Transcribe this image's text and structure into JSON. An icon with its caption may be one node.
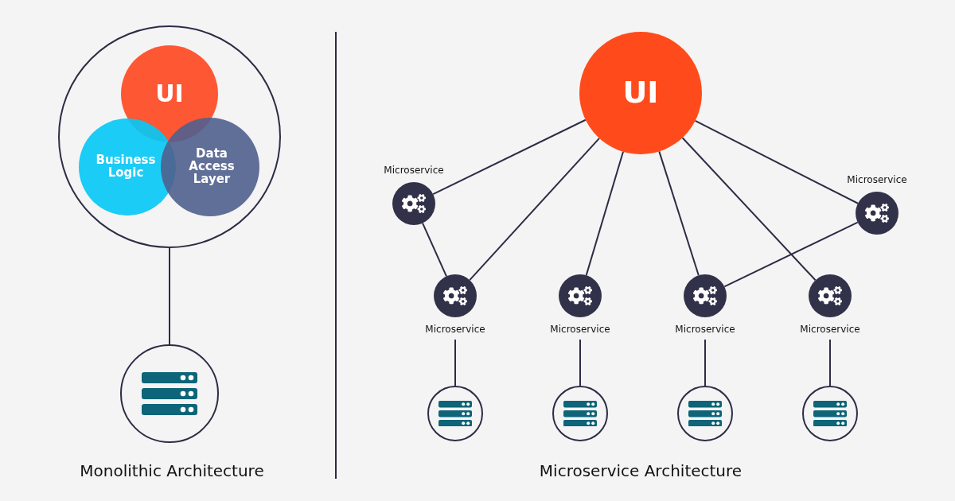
{
  "diagram": {
    "nodes": [
      {
        "text": [],
        "shape": "circle"
      },
      {
        "text": [
          "UI"
        ],
        "in": 0
      },
      {
        "text": [
          "Business Logic"
        ],
        "in": 0
      },
      {
        "text": [
          "Data Access Layer"
        ],
        "in": 0
      },
      {
        "text": [],
        "shape": "circle"
      },
      {
        "text": [
          "UI"
        ]
      },
      {
        "text": [
          "Microservice"
        ]
      },
      {
        "text": [
          "Microservice"
        ]
      },
      {
        "text": [
          "Microservice"
        ]
      },
      {
        "text": [
          "Microservice"
        ]
      },
      {
        "text": [
          "Microservice"
        ]
      },
      {
        "text": [
          "Microservice"
        ]
      },
      {
        "text": [],
        "shape": "circle"
      },
      {
        "text": [],
        "shape": "circle"
      },
      {
        "text": [],
        "shape": "circle"
      },
      {
        "text": [],
        "shape": "circle"
      }
    ],
    "edges": [
      {
        "from": 0,
        "to": 4,
        "arrow": "none"
      },
      {
        "from": 5,
        "to": 6,
        "arrow": "none"
      },
      {
        "from": 5,
        "to": 8,
        "arrow": "none"
      },
      {
        "from": 5,
        "to": 9,
        "arrow": "none"
      },
      {
        "from": 5,
        "to": 10,
        "arrow": "none"
      },
      {
        "from": 5,
        "to": 11,
        "arrow": "none"
      },
      {
        "from": 5,
        "to": 7,
        "arrow": "none"
      },
      {
        "from": 6,
        "to": 8,
        "arrow": "none"
      },
      {
        "from": 7,
        "to": 10,
        "arrow": "none"
      },
      {
        "from": 8,
        "to": 12,
        "arrow": "none"
      },
      {
        "from": 9,
        "to": 13,
        "arrow": "none"
      },
      {
        "from": 10,
        "to": 14,
        "arrow": "none"
      },
      {
        "from": 11,
        "to": 15,
        "arrow": "none"
      }
    ],
    "labels": [
      "Monolithic Architecture",
      "Microservice Architecture"
    ]
  }
}
